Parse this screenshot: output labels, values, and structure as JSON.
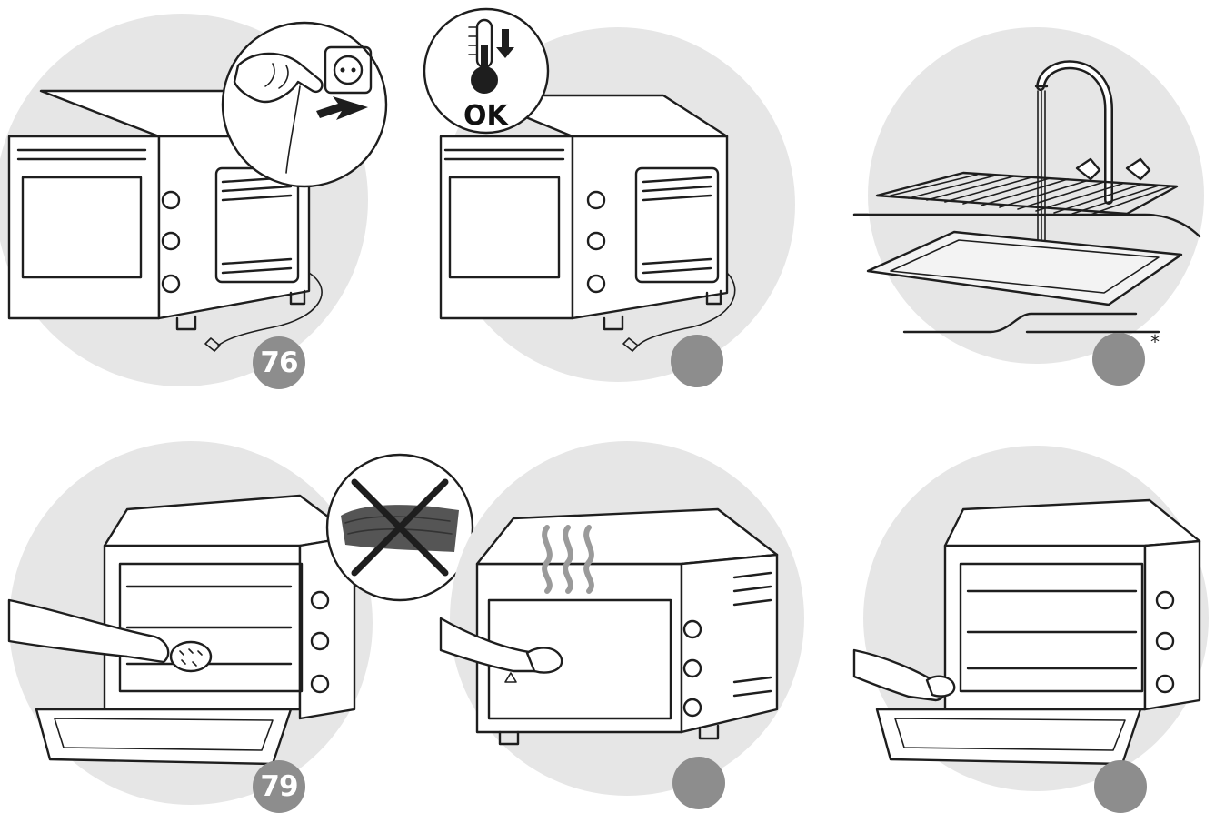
{
  "steps": [
    {
      "badge": "76"
    },
    {
      "badge": "",
      "inset_text": "OK"
    },
    {
      "badge": "",
      "footnote": "*"
    },
    {
      "badge": "79"
    },
    {
      "badge": ""
    },
    {
      "badge": ""
    }
  ],
  "colors": {
    "badge": "#8d8d8d",
    "background_circle": "#e6e6e6",
    "line": "#1e1e1e"
  },
  "icons": [
    "unplug-hand-socket-icon",
    "thermometer-cool-down-icon",
    "no-abrasive-sponge-icon",
    "steam-icon"
  ]
}
